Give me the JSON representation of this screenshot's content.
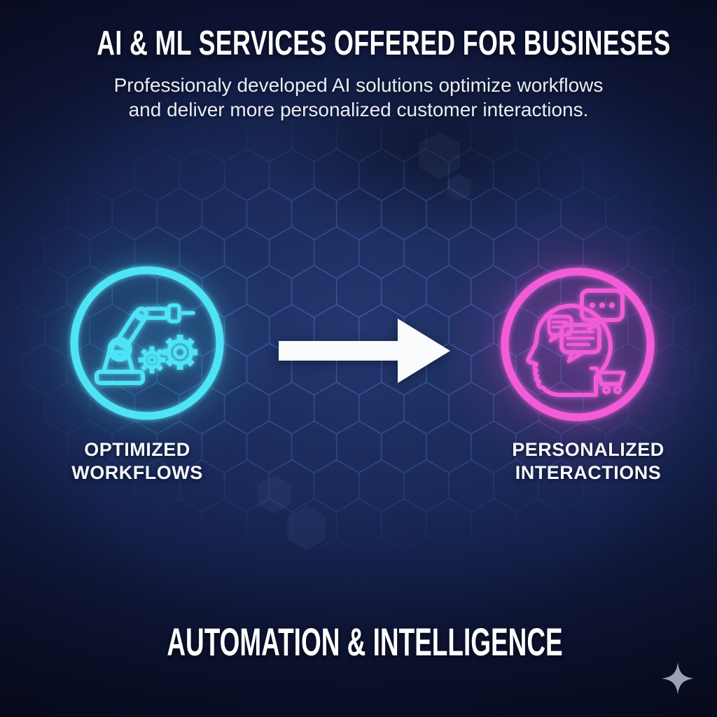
{
  "poster": {
    "title": "AI & ML SERVICES OFFERED FOR BUSINESES",
    "subtitle": {
      "line1": "Professionaly developed AI solutions optimize workflows",
      "line2": "and deliver more personalized customer interactions."
    },
    "flow": {
      "left": {
        "line1": "OPTIMIZED",
        "line2": "WORKFLOWS",
        "icon": "robot-arm-gears-icon",
        "accent_color": "#4fe3f6"
      },
      "arrow": {
        "icon": "arrow-right-icon",
        "color": "#fafbfd"
      },
      "right": {
        "line1": "PERSONALIZED",
        "line2": "INTERACTIONS",
        "icon": "head-chat-cart-icon",
        "accent_color": "#f25cd8"
      }
    },
    "footer": "AUTOMATION & INTELLIGENCE",
    "decor": {
      "sparkle_icon": "sparkle-icon",
      "sparkle_color": "#9aa2b4",
      "hexgrid_color": "#4a74c4"
    }
  }
}
